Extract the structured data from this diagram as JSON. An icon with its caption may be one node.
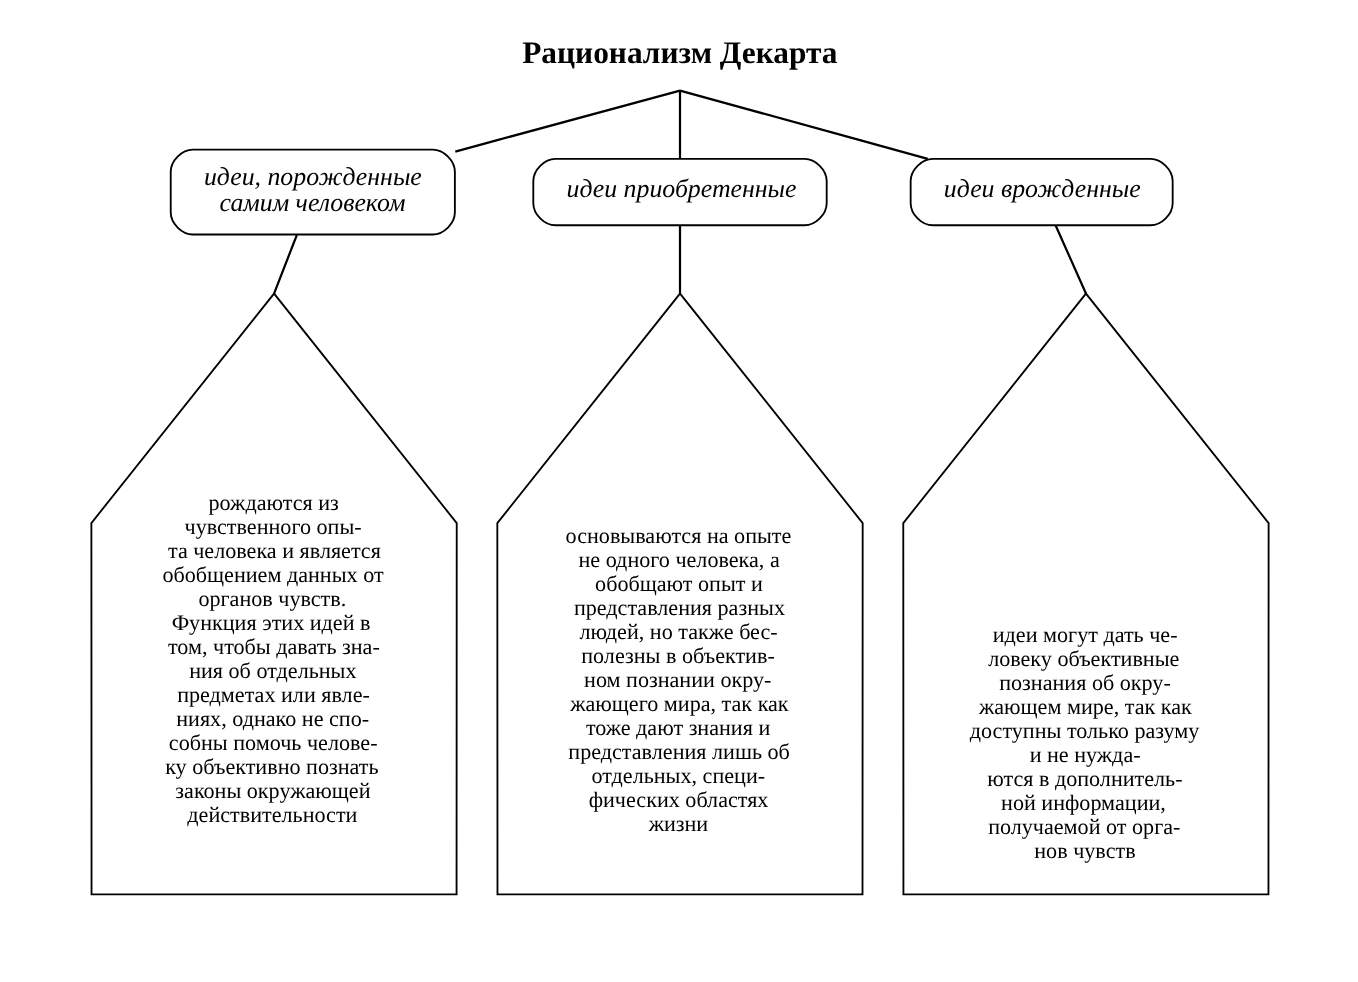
{
  "diagram": {
    "nodes": [
      {
        "text": [
          "Рационализм Декарта"
        ]
      },
      {
        "text": [
          "идеи, порожденные самим человеком"
        ]
      },
      {
        "text": [
          "идеи приобретенные"
        ]
      },
      {
        "text": [
          "идеи врожденные"
        ]
      },
      {
        "text": [
          "рождаются из чувственного опы- та человека и является обобщением данных от органов чувств. Функция этих идей в том, чтобы давать зна- ния об отдельных предметах или явле- ниях, однако не спо- собны помочь челове- ку объективно познать законы окружающей действительности"
        ]
      },
      {
        "text": [
          "основываются на опыте не одного человека, а обобщают опыт и представления разных людей, но также бес- полезны в объектив- ном познании окру- жающего мира, так как тоже дают знания и представления лишь об отдельных, специ- фических областях жизни"
        ]
      },
      {
        "text": [
          "идеи могут дать че- ловеку объективные познания об окру- жающем мире, так как доступны только разуму и не нужда- ются в дополнитель- ной информации, получаемой от орга- нов чувств"
        ]
      }
    ],
    "edges": [
      {
        "from": 0,
        "to": 1,
        "arrow": "none"
      },
      {
        "from": 0,
        "to": 2,
        "arrow": "none"
      },
      {
        "from": 0,
        "to": 3,
        "arrow": "none"
      },
      {
        "from": 1,
        "to": 4,
        "arrow": "none"
      },
      {
        "from": 2,
        "to": 5,
        "arrow": "none"
      },
      {
        "from": 3,
        "to": 6,
        "arrow": "none"
      }
    ]
  }
}
